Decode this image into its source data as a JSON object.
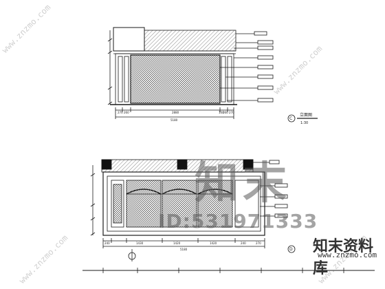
{
  "watermark": {
    "brand_mark": "知末",
    "id_text": "ID:531971333",
    "site_name": "知末资料库",
    "site_url": "www.znzmo.com",
    "diagonal_text": "www.znzmo.com"
  },
  "elevation_c": {
    "marker": "C",
    "title": "立面图",
    "scale": "1:30",
    "dims_bottom": [
      "270",
      "260",
      "2880",
      "100",
      "260",
      "270"
    ],
    "dim_total": "5180"
  },
  "elevation_d": {
    "marker": "D",
    "dims_bottom": [
      "240",
      "1430",
      "1420",
      "1420",
      "240",
      "270"
    ],
    "dim_total": "5180"
  },
  "colors": {
    "line": "#1a1a1a",
    "hatch": "#555555",
    "watermark": "#5a5a5a"
  }
}
